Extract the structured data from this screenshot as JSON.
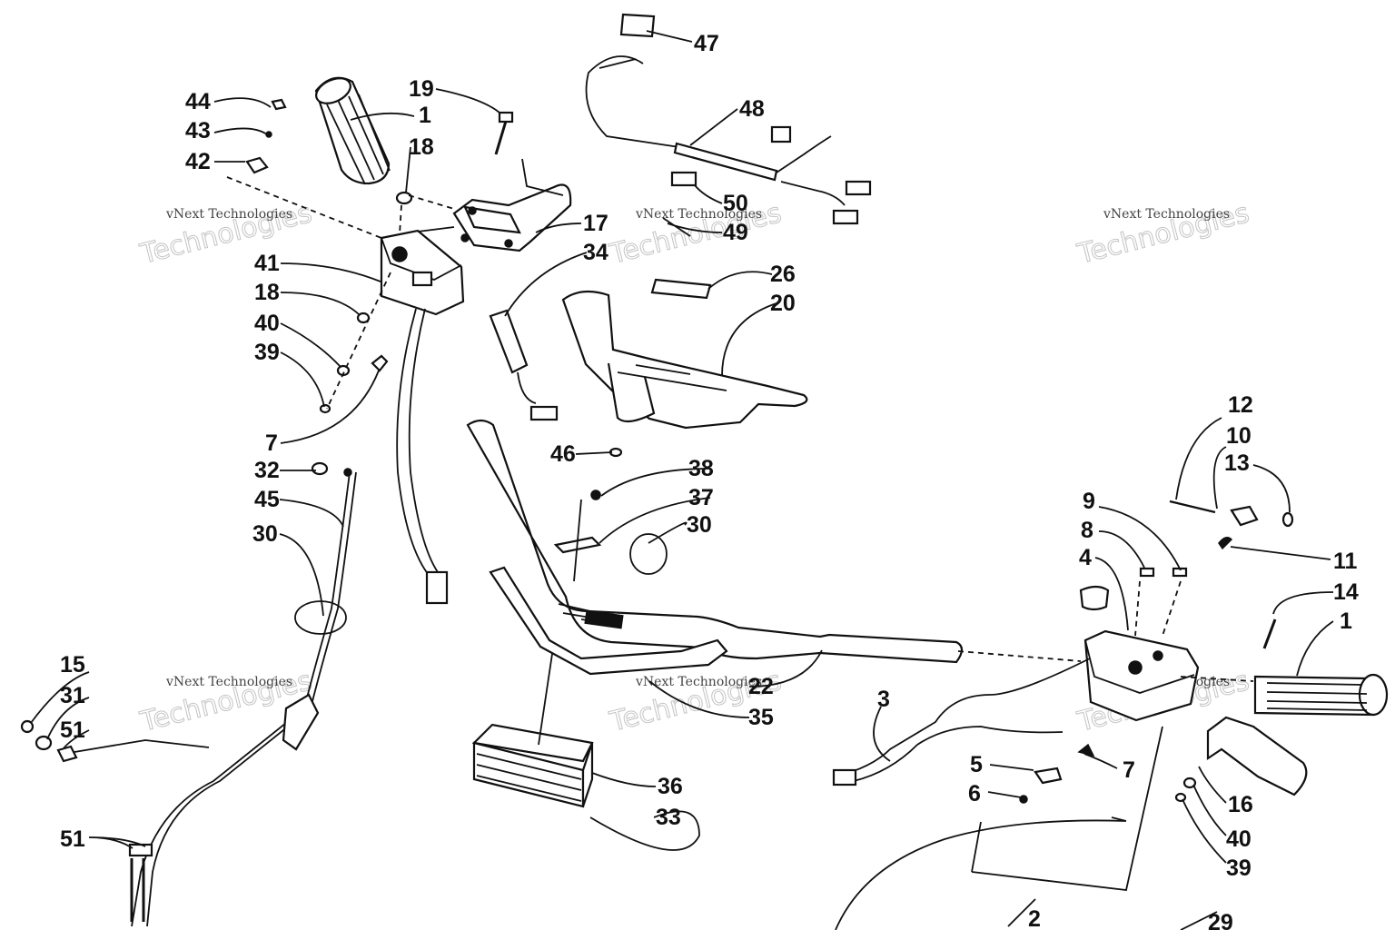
{
  "watermark": {
    "line1": "vNext Technologies",
    "line2": "Technologies"
  },
  "callouts": [
    {
      "id": "c1a",
      "text": "1"
    },
    {
      "id": "c1b",
      "text": "1"
    },
    {
      "id": "c2",
      "text": "2"
    },
    {
      "id": "c3",
      "text": "3"
    },
    {
      "id": "c4",
      "text": "4"
    },
    {
      "id": "c5",
      "text": "5"
    },
    {
      "id": "c6",
      "text": "6"
    },
    {
      "id": "c7a",
      "text": "7"
    },
    {
      "id": "c7b",
      "text": "7"
    },
    {
      "id": "c8",
      "text": "8"
    },
    {
      "id": "c9",
      "text": "9"
    },
    {
      "id": "c10",
      "text": "10"
    },
    {
      "id": "c11",
      "text": "11"
    },
    {
      "id": "c12",
      "text": "12"
    },
    {
      "id": "c13",
      "text": "13"
    },
    {
      "id": "c14",
      "text": "14"
    },
    {
      "id": "c15",
      "text": "15"
    },
    {
      "id": "c16",
      "text": "16"
    },
    {
      "id": "c17",
      "text": "17"
    },
    {
      "id": "c18a",
      "text": "18"
    },
    {
      "id": "c18b",
      "text": "18"
    },
    {
      "id": "c19",
      "text": "19"
    },
    {
      "id": "c20",
      "text": "20"
    },
    {
      "id": "c22",
      "text": "22"
    },
    {
      "id": "c26",
      "text": "26"
    },
    {
      "id": "c29",
      "text": "29"
    },
    {
      "id": "c30a",
      "text": "30"
    },
    {
      "id": "c30b",
      "text": "30"
    },
    {
      "id": "c31",
      "text": "31"
    },
    {
      "id": "c32",
      "text": "32"
    },
    {
      "id": "c33",
      "text": "33"
    },
    {
      "id": "c34",
      "text": "34"
    },
    {
      "id": "c35",
      "text": "35"
    },
    {
      "id": "c36",
      "text": "36"
    },
    {
      "id": "c37",
      "text": "37"
    },
    {
      "id": "c38",
      "text": "38"
    },
    {
      "id": "c39a",
      "text": "39"
    },
    {
      "id": "c39b",
      "text": "39"
    },
    {
      "id": "c40a",
      "text": "40"
    },
    {
      "id": "c40b",
      "text": "40"
    },
    {
      "id": "c41",
      "text": "41"
    },
    {
      "id": "c42",
      "text": "42"
    },
    {
      "id": "c43",
      "text": "43"
    },
    {
      "id": "c44",
      "text": "44"
    },
    {
      "id": "c45",
      "text": "45"
    },
    {
      "id": "c46",
      "text": "46"
    },
    {
      "id": "c47",
      "text": "47"
    },
    {
      "id": "c48",
      "text": "48"
    },
    {
      "id": "c49",
      "text": "49"
    },
    {
      "id": "c50",
      "text": "50"
    },
    {
      "id": "c51a",
      "text": "51"
    },
    {
      "id": "c51b",
      "text": "51"
    }
  ]
}
